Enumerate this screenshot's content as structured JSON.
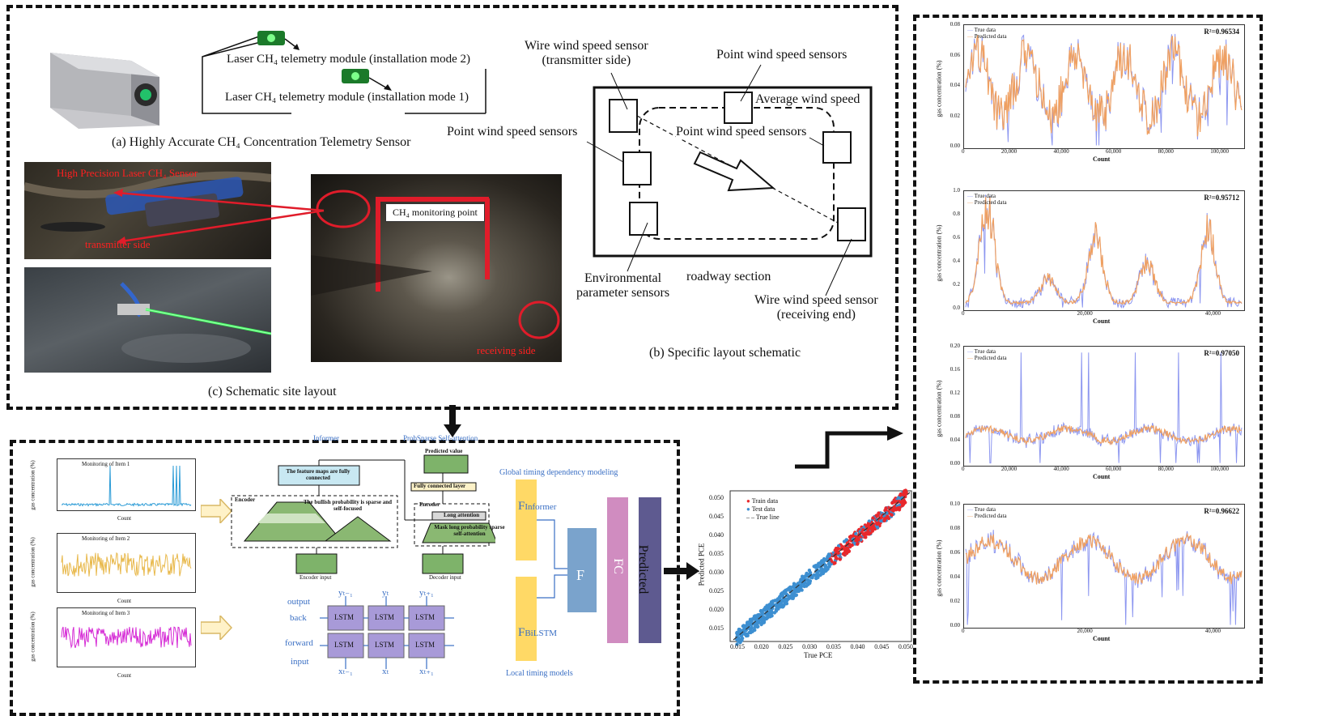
{
  "panel_a": {
    "caption": "(a) Highly Accurate CH₄ Concentration Telemetry Sensor",
    "mode2": "Laser CH₄ telemetry module (installation mode 2)",
    "mode1": "Laser CH₄ telemetry module (installation mode 1)"
  },
  "panel_b": {
    "caption": "(b) Specific layout schematic",
    "wire_tx": [
      "Wire wind speed sensor",
      "(transmitter side)"
    ],
    "point_top": "Point wind speed sensors",
    "avg_wind": "Average wind speed",
    "point_left": "Point wind speed sensors",
    "point_mid": "Point wind speed sensors",
    "env": [
      "Environmental",
      "parameter sensors"
    ],
    "roadway": "roadway section",
    "wire_rx": [
      "Wire wind speed sensor",
      "(receiving end)"
    ]
  },
  "panel_c": {
    "caption": "(c) Schematic site layout",
    "hp_sensor": "High Precision Laser CH₄ Sensor",
    "transmitter": "transmitter side",
    "monitor_point": "CH₄ monitoring point",
    "receiving": "receiving side"
  },
  "model": {
    "informer": "Informer",
    "probsparse": "ProbSparse Self-attention",
    "predicted_value": "Predicted value",
    "fully_connected_layer": "Fully connected layer",
    "feature_maps": "The feature maps are fully connected",
    "encoder": "Encoder",
    "encoder2": "Encoder",
    "bullish": "The bullish probability is sparse and self-focused",
    "long_attention": "Long attention",
    "mask_long": "Mask long probability sparse self-attention",
    "encoder_input": "Encoder input",
    "decoder_input": "Decoder input",
    "global_timing": "Global timing dependency modeling",
    "local_timing": "Local timing models",
    "f_informer": "F",
    "f_informer_sub": "Informer",
    "f_bilstm": "F",
    "f_bilstm_sub": "BiLSTM",
    "f": "F",
    "fc": "FC",
    "predicted": "Predicted",
    "output": "output",
    "back": "back",
    "forward": "forward",
    "input": "input",
    "lstm": "LSTM",
    "y_prev": "yₜ₋₁",
    "y_t": "yₜ",
    "y_next": "yₜ₊₁",
    "x_prev": "xₜ₋₁",
    "x_t": "xₜ",
    "x_next": "xₜ₊₁",
    "mini_ylabel": "gas concentration (%)",
    "mini_xlabel": "Count",
    "mini_legend1": "Monitoring of Item 1",
    "mini_legend2": "Monitoring of Item 2",
    "mini_legend3": "Monitoring of Item 3"
  },
  "scatter": {
    "legend": [
      "Train data",
      "Test data",
      "True line"
    ],
    "xlabel": "True PCE",
    "ylabel": "Predicted PCE",
    "xticks": [
      "0.015",
      "0.020",
      "0.025",
      "0.030",
      "0.035",
      "0.040",
      "0.045",
      "0.050"
    ],
    "yticks": [
      "0.050",
      "0.045",
      "0.040",
      "0.035",
      "0.030",
      "0.025",
      "0.020",
      "0.015"
    ],
    "colors": {
      "train": "#e8282c",
      "test": "#3d8fd1"
    }
  },
  "plots": [
    {
      "r2": "R²=0.96534",
      "yticks": [
        "0.08",
        "0.06",
        "0.04",
        "0.02",
        "0.00"
      ],
      "xticks": [
        "0",
        "20,000",
        "40,000",
        "60,000",
        "80,000",
        "100,000"
      ]
    },
    {
      "r2": "R²=0.95712",
      "yticks": [
        "1.0",
        "0.8",
        "0.6",
        "0.4",
        "0.2",
        "0.0"
      ],
      "xticks": [
        "0",
        "20,000",
        "40,000"
      ]
    },
    {
      "r2": "R²=0.97050",
      "yticks": [
        "0.20",
        "0.16",
        "0.12",
        "0.08",
        "0.04",
        "0.00"
      ],
      "xticks": [
        "0",
        "20,000",
        "40,000",
        "60,000",
        "80,000",
        "100,000"
      ]
    },
    {
      "r2": "R²=0.96622",
      "yticks": [
        "0.10",
        "0.08",
        "0.06",
        "0.04",
        "0.02",
        "0.00"
      ],
      "xticks": [
        "0",
        "20,000",
        "40,000"
      ]
    }
  ],
  "plot_common": {
    "legend_true": "True data",
    "legend_pred": "Predicted data",
    "ylabel": "gas concentration (%)",
    "xlabel": "Count",
    "true_color": "#8c96f0",
    "pred_color": "#f0a060"
  }
}
